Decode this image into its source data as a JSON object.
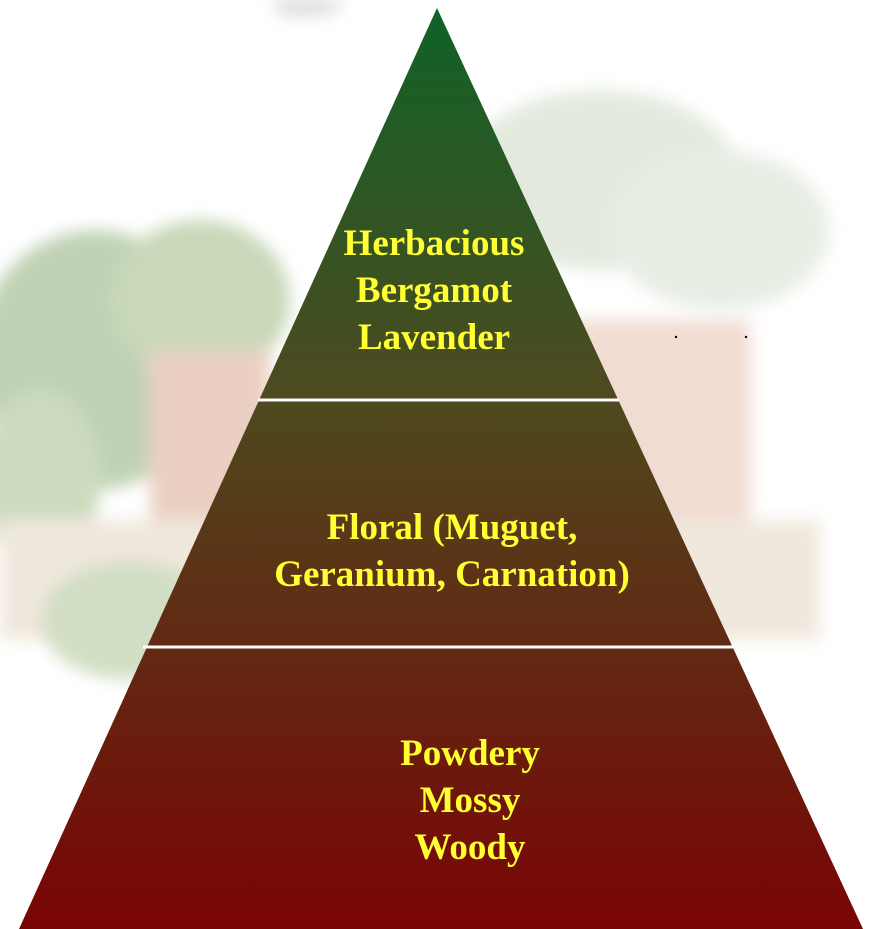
{
  "colors": {
    "text": "#ffff33",
    "apex": "#106228",
    "base": "#7a0404",
    "divider": "#ffffff"
  },
  "pyramid": {
    "tiers": [
      {
        "lines": [
          "Herbacious",
          "Bergamot",
          "Lavender"
        ]
      },
      {
        "lines": [
          "Floral (Muguet,",
          "Geranium, Carnation)"
        ]
      },
      {
        "lines": [
          "Powdery",
          "Mossy",
          "Woody"
        ]
      }
    ]
  }
}
